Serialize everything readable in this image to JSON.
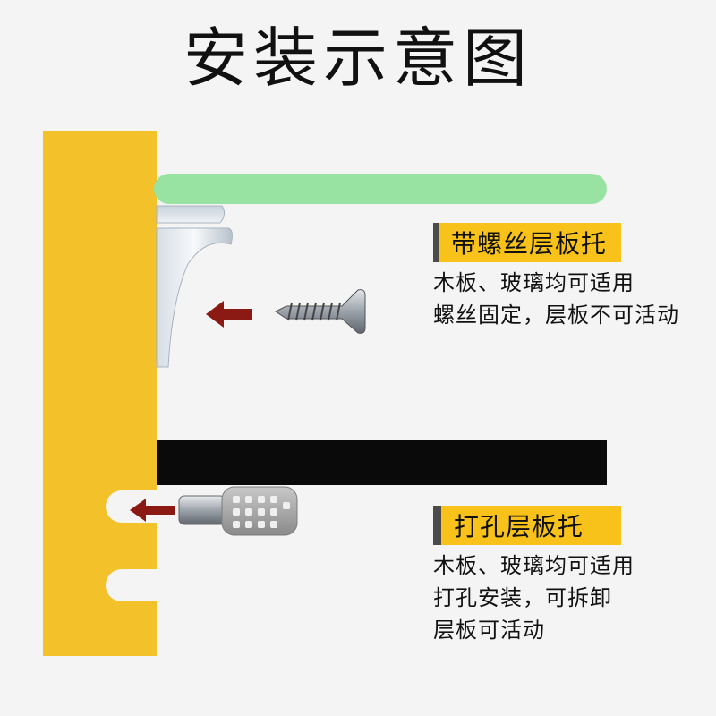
{
  "title": "安装示意图",
  "section_screw": {
    "label": "带螺丝层板托",
    "lines": [
      "木板、玻璃均可适用",
      "螺丝固定，层板不可活动"
    ]
  },
  "section_pin": {
    "label": "打孔层板托",
    "lines": [
      "木板、玻璃均可适用",
      "打孔安装，可拆卸",
      "层板可活动"
    ]
  },
  "colors": {
    "wall": "#f3c12a",
    "glass_shelf": "#98e3a2",
    "wood_shelf": "#0a0a0a",
    "label_bg": "#f8c21b",
    "label_bar": "#4b4b4b",
    "arrow": "#8b1a14"
  }
}
